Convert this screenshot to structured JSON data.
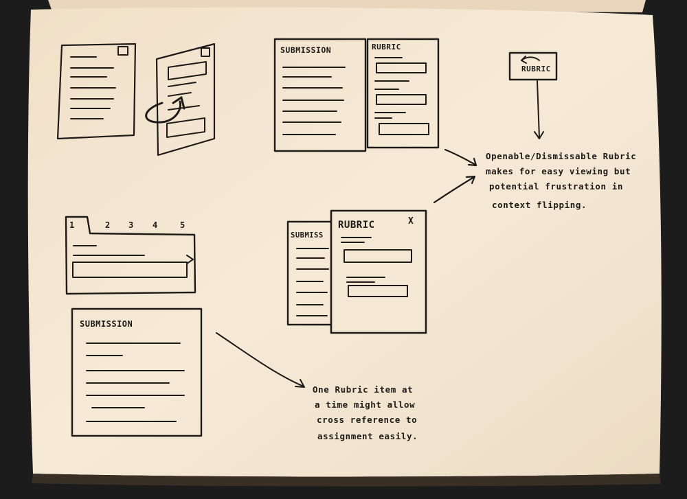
{
  "sketch1": {},
  "sketch2": {
    "submission_label": "Submission",
    "rubric_label": "Rubric"
  },
  "sketch3": {
    "button_label": "Rubric"
  },
  "sketch4": {
    "tabs": [
      "1",
      "2",
      "3",
      "4",
      "5"
    ]
  },
  "sketch5": {
    "submission_label": "Submission"
  },
  "sketch6": {
    "submission_label": "Submiss",
    "rubric_label": "Rubric",
    "close_label": "x"
  },
  "note_top": {
    "lines": [
      "Openable/Dismissable Rubric",
      "makes for easy viewing but",
      "potential frustration in",
      "context flipping."
    ]
  },
  "note_bottom": {
    "lines": [
      "One Rubric item at",
      "a time might allow",
      "cross reference to",
      "assignment easily."
    ]
  },
  "colors": {
    "background": "#1c1c1c",
    "paper": "#f4e7d3",
    "ink": "#1d1a18"
  }
}
